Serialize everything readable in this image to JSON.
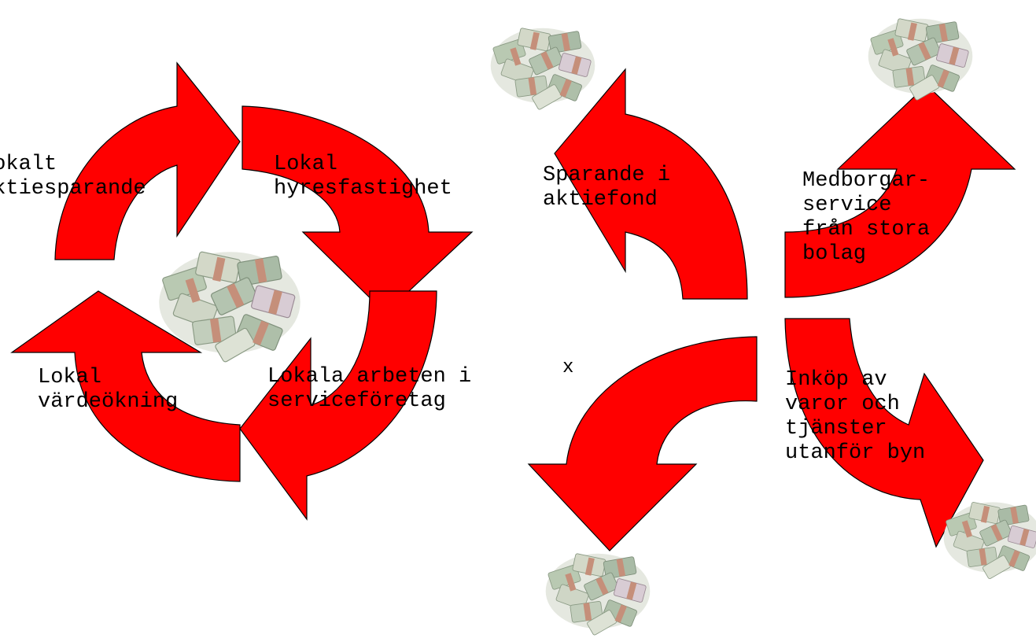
{
  "cycle": {
    "label_share_savings": "Lokalt\naktiesparande",
    "label_rental_property": "Lokal\nhyresfastighet",
    "label_local_jobs": "Lokala arbeten i\nserviceföretag",
    "label_value_increase": "Lokal\nvärdeökning"
  },
  "outflows": {
    "label_fund_savings": "Sparande i\naktiefond",
    "label_citizen_service": "Medborgar-\nservice\nfrån stora\nbolag",
    "label_purchases": "Inköp av\nvaror och\ntjänster\nutanför byn",
    "label_center_mark": "x"
  },
  "colors": {
    "arrow_fill": "#ff0000",
    "arrow_stroke": "#000000",
    "money_note": "#b9c9b2",
    "money_band": "#c58f7a"
  },
  "icons": [
    "money-pile-icon",
    "curved-arrow-icon"
  ]
}
